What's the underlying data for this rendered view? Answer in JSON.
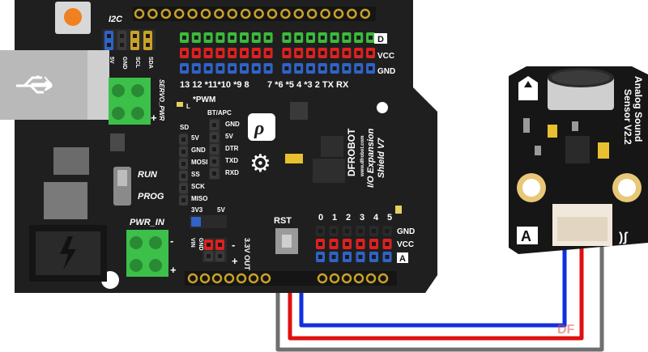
{
  "colors": {
    "board": "#1f1f1f",
    "usb_metal": "#b9b9b9",
    "terminal_green": "#3cc04a",
    "header_gold": "#c9a227",
    "pin_blue": "#2f63c7",
    "pin_red": "#e02020",
    "pin_green": "#3cba3c",
    "wire_blue": "#1030e0",
    "wire_red": "#e01010",
    "wire_gray": "#6f6f6f",
    "reset_orange": "#f08020"
  },
  "shield": {
    "i2c": "I2C",
    "i2c_pins": [
      "5V",
      "GND",
      "SCL",
      "SDA"
    ],
    "servo_pwr": "SERVO_PWR",
    "digital_row_labels": [
      "D",
      "VCC",
      "GND"
    ],
    "digital_numbers": "13 12 *11*10 *9  8",
    "digital_numbers_right": "7  *6 *5  4  *3  2 TX RX",
    "pwm_note": "*PWM",
    "led_l": "L",
    "bt_apc": "BT/APC",
    "bt_pins": [
      "GND",
      "5V",
      "DTR",
      "TXD",
      "RXD"
    ],
    "sd": "SD",
    "sd_pins": [
      "5V",
      "GND",
      "MOSI",
      "SS",
      "SCK",
      "MISO"
    ],
    "run": "RUN",
    "prog": "PROG",
    "pwr_in": "PWR_IN",
    "v3v3": "3V3",
    "v5v": "5V",
    "vin_gnd": [
      "VIN",
      "GND"
    ],
    "out_3v3": "3.3V OUT",
    "rst": "RST",
    "analog_numbers": [
      "0",
      "1",
      "2",
      "3",
      "4",
      "5"
    ],
    "analog_rows": [
      "GND",
      "VCC",
      "A"
    ],
    "brand": "DFROBOT",
    "brand_url": "www.dfrobot.com",
    "title_line1": "I/O Expansion",
    "title_line2": "Shield V7"
  },
  "sensor": {
    "name_line1": "Analog Sound",
    "name_line2": "Sensor V2.2",
    "port_label": "A"
  },
  "watermark": "DF"
}
